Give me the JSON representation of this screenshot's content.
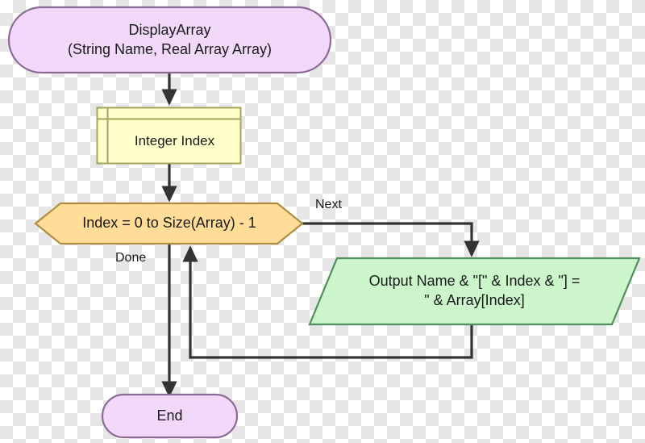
{
  "diagram": {
    "type": "flowchart",
    "title": "DisplayArray procedure flowchart",
    "background": "transparent-checkerboard",
    "colors": {
      "terminator_fill": "#f2d9fa",
      "terminator_stroke": "#8b6a96",
      "declaration_fill": "#ffffcc",
      "declaration_stroke": "#a3a35c",
      "loop_fill": "#ffdd99",
      "loop_stroke": "#b08d3f",
      "output_fill": "#ccf5cc",
      "output_stroke": "#4f8f5a",
      "edge_stroke": "#333333",
      "text": "#1a1a1a"
    },
    "nodes": [
      {
        "id": "start",
        "shape": "terminator-rounded",
        "label": "DisplayArray\n(String Name, Real Array Array)",
        "line1": "DisplayArray",
        "line2": "(String Name, Real Array Array)"
      },
      {
        "id": "declare",
        "shape": "declaration-box",
        "label": "Integer Index"
      },
      {
        "id": "loop",
        "shape": "hexagon",
        "label": "Index = 0 to Size(Array) - 1"
      },
      {
        "id": "output",
        "shape": "parallelogram",
        "label": "Output Name & \"[\" & Index & \"] =\n\" & Array[Index]",
        "line1": "Output Name & \"[\" & Index & \"] =",
        "line2": "\" & Array[Index]"
      },
      {
        "id": "end",
        "shape": "terminator-rounded",
        "label": "End"
      }
    ],
    "edges": [
      {
        "id": "start-to-declare",
        "from": "start",
        "to": "declare",
        "label": ""
      },
      {
        "id": "declare-to-loop",
        "from": "declare",
        "to": "loop",
        "label": ""
      },
      {
        "id": "loop-to-output",
        "from": "loop",
        "to": "output",
        "label": "Next"
      },
      {
        "id": "loop-to-end",
        "from": "loop",
        "to": "end",
        "label": "Done"
      },
      {
        "id": "output-to-loop",
        "from": "output",
        "to": "loop",
        "label": ""
      }
    ]
  }
}
